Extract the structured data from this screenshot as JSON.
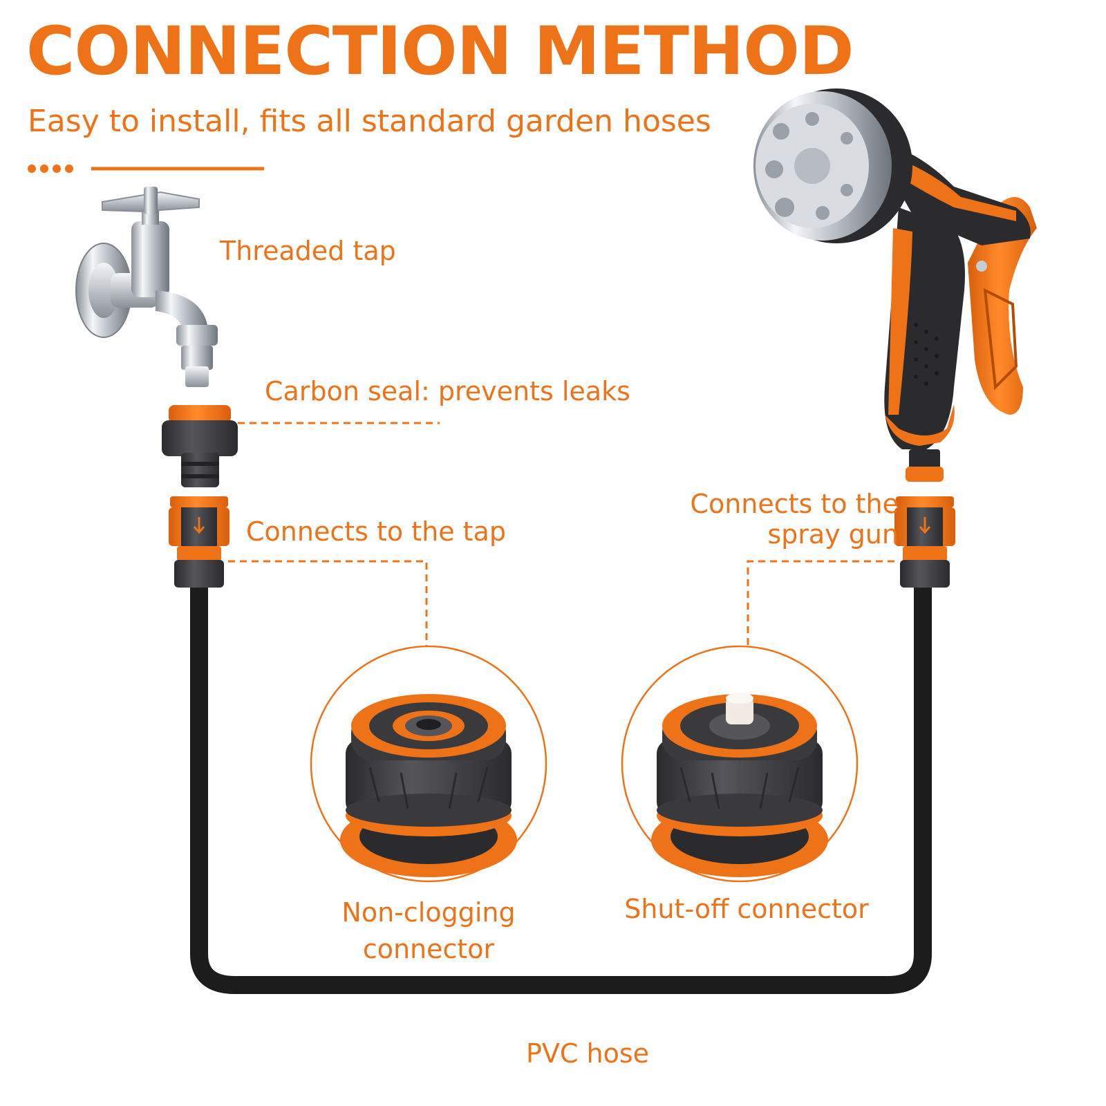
{
  "header": {
    "title": "CONNECTION METHOD",
    "subtitle": "Easy to install, fits all standard garden hoses"
  },
  "labels": {
    "threaded_tap": "Threaded tap",
    "carbon_seal": "Carbon seal: prevents leaks",
    "connects_tap": "Connects to the tap",
    "connects_gun_line1": "Connects to the",
    "connects_gun_line2": "spray gun",
    "non_clogging_line1": "Non-clogging",
    "non_clogging_line2": "connector",
    "shut_off": "Shut-off connector",
    "pvc_hose": "PVC hose"
  },
  "colors": {
    "accent": "#ee7318",
    "dark": "#3a3a3d",
    "hose": "#1c1c1c",
    "chrome": "#c7ccd2"
  }
}
